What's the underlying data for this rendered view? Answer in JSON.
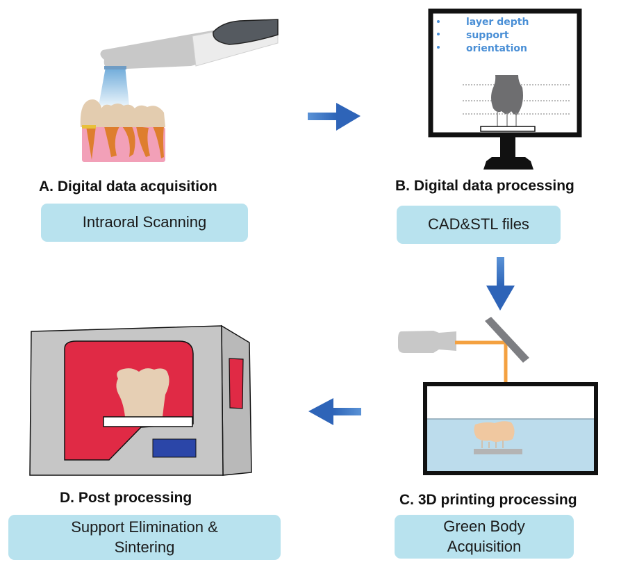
{
  "steps": {
    "a": {
      "title": "A. Digital data acquisition",
      "label": "Intraoral Scanning",
      "icon": "intraoral-scanner-icon"
    },
    "b": {
      "title": "B. Digital data processing",
      "label": "CAD&STL files",
      "icon": "computer-monitor-icon",
      "screen_items": [
        "layer depth",
        "support",
        "orientation"
      ]
    },
    "c": {
      "title": "C. 3D printing processing",
      "label_lines": [
        "Green Body",
        "Acquisition"
      ],
      "icon": "laser-printer-vat-icon"
    },
    "d": {
      "title": "D. Post processing",
      "label_lines": [
        "Support Elimination &",
        "Sintering"
      ],
      "icon": "sintering-furnace-icon"
    }
  },
  "flow": [
    "A",
    "B",
    "C",
    "D"
  ],
  "colors": {
    "arrow": "#3a74c4",
    "label_bg": "#b8e2ee",
    "furnace_red": "#e02a45",
    "furnace_gray": "#c6c6c6",
    "laser": "#f4a140",
    "resin": "#bcdcec",
    "tooth": "#e6cfb4"
  }
}
